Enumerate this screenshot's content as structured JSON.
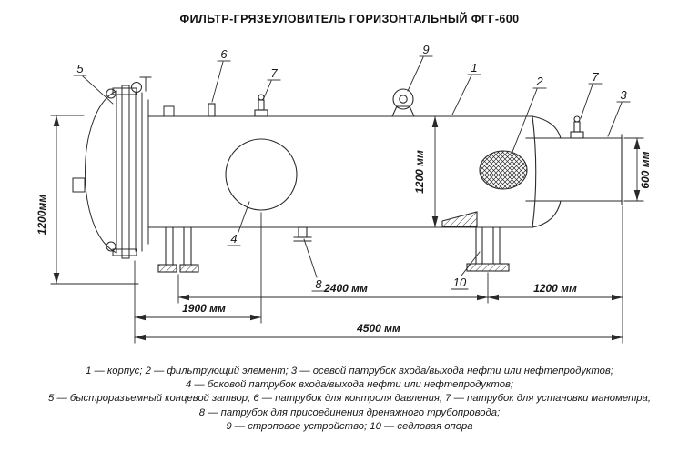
{
  "title": "ФИЛЬТР-ГРЯЗЕУЛОВИТЕЛЬ ГОРИЗОНТАЛЬНЫЙ ФГГ-600",
  "drawing": {
    "dims": {
      "height_left": "1200мм",
      "height_mid": "1200 мм",
      "height_right": "600 мм",
      "len_2400": "2400 мм",
      "len_1200": "1200 мм",
      "len_1900": "1900 мм",
      "len_4500": "4500 мм"
    },
    "callouts": {
      "c1": "1",
      "c2": "2",
      "c3": "3",
      "c4": "4",
      "c5": "5",
      "c6": "6",
      "c7_left": "7",
      "c7_right": "7",
      "c8": "8",
      "c9": "9",
      "c10": "10"
    },
    "line_color": "#2a2a2a"
  },
  "legend": {
    "lines": [
      "1 — корпус; 2 — фильтрующий элемент; 3 — осевой патрубок входа/выхода нефти или нефтепродуктов;",
      "4 — боковой патрубок входа/выхода нефти или нефтепродуктов;",
      "5 — быстроразъемный концевой затвор; 6 — патрубок для контроля давления; 7 — патрубок для установки манометра;",
      "8 — патрубок для присоединения дренажного трубопровода;",
      "9 — строповое устройство; 10 — седловая опора"
    ]
  }
}
